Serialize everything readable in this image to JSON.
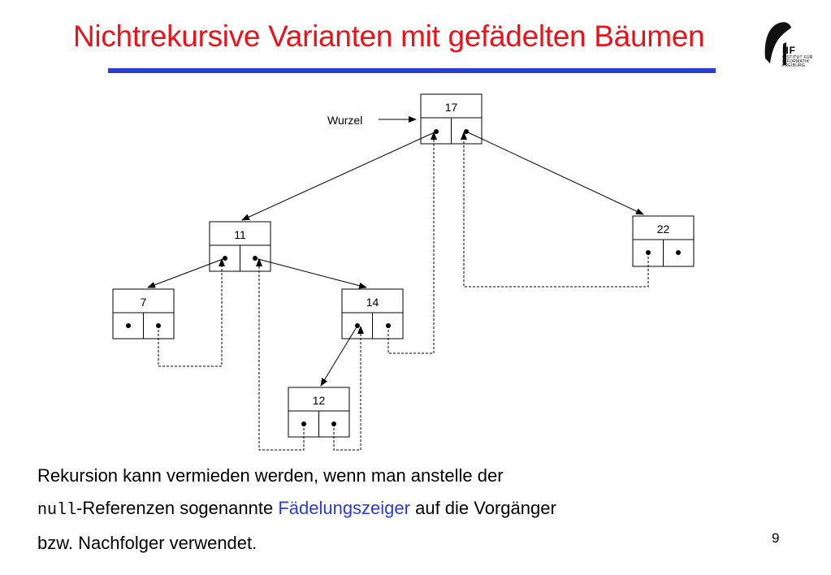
{
  "title": "Nichtrekursive Varianten mit gefädelten Bäumen",
  "logo": {
    "abbr": "IIF",
    "lines": [
      "INSTITUT FÜR",
      "INFORMATIK",
      "FREIBURG"
    ]
  },
  "diagram": {
    "root_label": "Wurzel",
    "nodes": [
      {
        "id": "n17",
        "value": "17"
      },
      {
        "id": "n11",
        "value": "11"
      },
      {
        "id": "n22",
        "value": "22"
      },
      {
        "id": "n7",
        "value": "7"
      },
      {
        "id": "n14",
        "value": "14"
      },
      {
        "id": "n12",
        "value": "12"
      }
    ]
  },
  "body": {
    "line1": "Rekursion kann vermieden werden, wenn man anstelle der",
    "code": "null",
    "line2_rest": "-Referenzen sogenannte ",
    "highlight": "Fädelungszeiger",
    "line2_end": " auf die Vorgänger",
    "line3": "bzw. Nachfolger verwendet."
  },
  "page_number": "9",
  "colors": {
    "title": "#e8141b",
    "rule": "#2a3bd6",
    "highlight": "#2a3bd6"
  }
}
